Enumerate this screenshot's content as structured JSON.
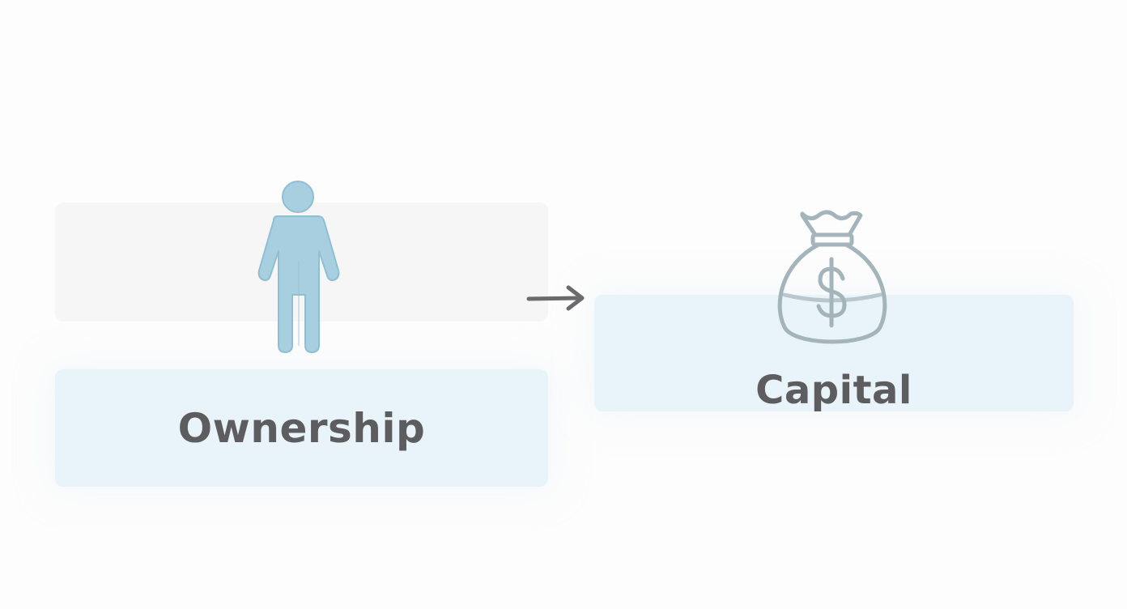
{
  "nodes": {
    "ownership": {
      "label": "Ownership",
      "icon": "person-icon"
    },
    "capital": {
      "label": "Capital",
      "icon": "money-bag-icon"
    }
  },
  "edge": {
    "from": "ownership",
    "to": "capital",
    "icon": "arrow-right-icon"
  },
  "colors": {
    "box_fill": "#e8f4f9",
    "box_fill_muted": "#f6f6f6",
    "person_fill": "#a8cfe0",
    "person_stroke": "#8fbfd4",
    "bag_stroke": "#a3b4ba",
    "arrow": "#6b6b6e",
    "text": "#5d5d60"
  }
}
